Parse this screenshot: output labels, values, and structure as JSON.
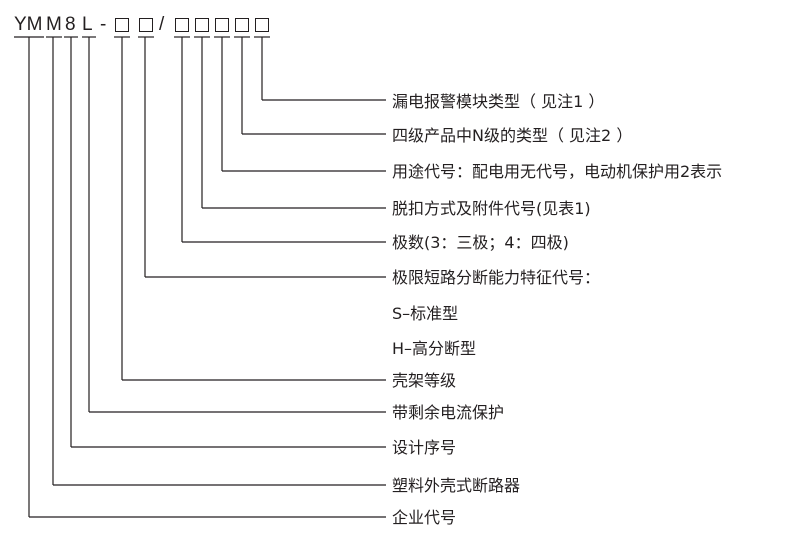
{
  "model_code": {
    "prefix_parts": [
      "YM",
      "M",
      "8",
      "L",
      "-",
      "/"
    ],
    "box_symbol": "□"
  },
  "labels": [
    "漏电报警模块类型（ 见注1 ）",
    "四级产品中N级的类型（ 见注2 ）",
    "用途代号：配电用无代号，电动机保护用2表示",
    "脱扣方式及附件代号(见表1)",
    "极数(3：三极；4：四极)",
    "极限短路分断能力特征代号：",
    "S–标准型",
    "H–高分断型",
    "壳架等级",
    "带剩余电流保护",
    "设计序号",
    "塑料外壳式断路器",
    "企业代号"
  ],
  "colors": {
    "ink": "#231f20"
  }
}
